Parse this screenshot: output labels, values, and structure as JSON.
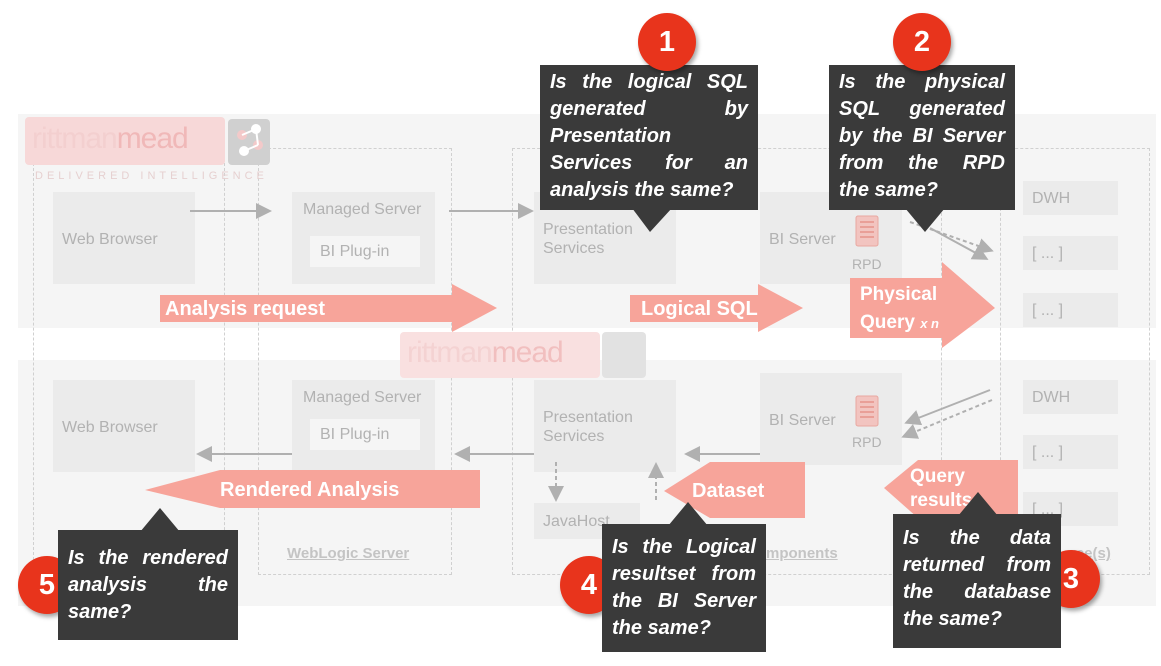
{
  "logo": {
    "brand_left": "rittman",
    "brand_right": "mead",
    "tagline": "DELIVERED INTELLIGENCE"
  },
  "top_row": {
    "web_browser": "Web Browser",
    "managed_server": "Managed Server",
    "bi_plugin": "BI Plug-in",
    "presentation_services_1": "Presentation",
    "presentation_services_2": "Services",
    "bi_server": "BI Server",
    "rpd": "RPD",
    "sources": [
      "DWH",
      "[ ... ]",
      "[ ... ]"
    ]
  },
  "bottom_row": {
    "web_browser": "Web Browser",
    "managed_server": "Managed Server",
    "bi_plugin": "BI Plug-in",
    "presentation_services_1": "Presentation",
    "presentation_services_2": "Services",
    "javahost": "JavaHost",
    "bi_server": "BI Server",
    "rpd": "RPD",
    "sources": [
      "DWH",
      "[ ... ]",
      "[ ... ]"
    ]
  },
  "group_labels": {
    "weblogic": "WebLogic Server",
    "components": "mponents",
    "sources": "rce(s)"
  },
  "arrows": {
    "analysis_request": "Analysis request",
    "logical_sql": "Logical SQL",
    "physical_query_1": "Physical",
    "physical_query_2": "Query",
    "physical_query_suffix": "x n",
    "rendered_analysis": "Rendered Analysis",
    "dataset": "Dataset",
    "query_results_1": "Query",
    "query_results_2": "results"
  },
  "callouts": [
    {
      "number": "1",
      "lines": [
        "Is the logical SQL",
        "generated by",
        "Presentation",
        "Services for an",
        "analysis the same?"
      ]
    },
    {
      "number": "2",
      "lines": [
        "Is the physical",
        "SQL generated",
        "by the BI Server",
        "from the RPD",
        "the same?"
      ]
    },
    {
      "number": "3",
      "lines": [
        "Is the data",
        "returned from",
        "the database",
        "the same?"
      ]
    },
    {
      "number": "4",
      "lines": [
        "Is the Logical",
        "resultset from",
        "the BI Server",
        "the same?"
      ]
    },
    {
      "number": "5",
      "lines": [
        "Is the rendered",
        "analysis the",
        "same?"
      ]
    }
  ],
  "colors": {
    "callout_bg": "#3a3a3a",
    "badge": "#e8341c",
    "arrow": "#f7a49a",
    "box": "#ebebeb"
  }
}
